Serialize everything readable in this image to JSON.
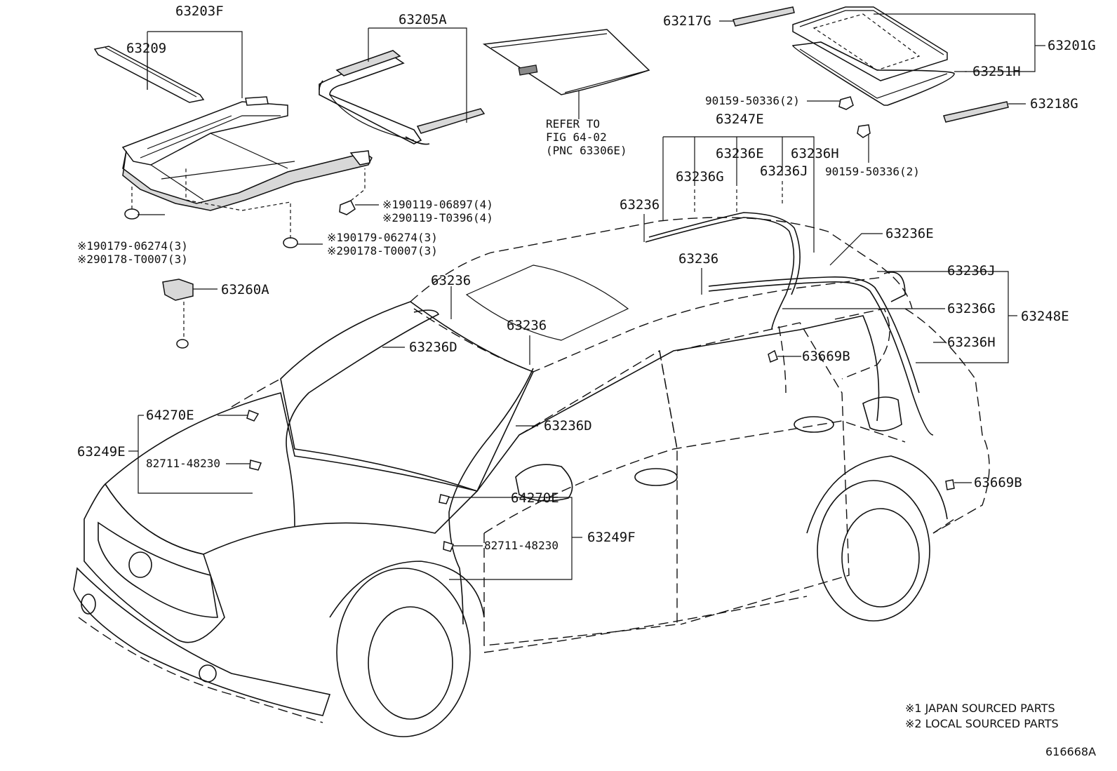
{
  "labels": {
    "l_63203F": "63203F",
    "l_63209": "63209",
    "l_63205A": "63205A",
    "l_63217G": "63217G",
    "l_63201G": "63201G",
    "l_63251H": "63251H",
    "l_63218G": "63218G",
    "l_90159_a": "90159-50336(2)",
    "l_90159_b": "90159-50336(2)",
    "l_refer1": "REFER TO",
    "l_refer2": "FIG 64-02",
    "l_refer3": "(PNC 63306E)",
    "l_63247E": "63247E",
    "l_63236E_top": "63236E",
    "l_63236H_top": "63236H",
    "l_63236G_top": "63236G",
    "l_63236J_top": "63236J",
    "l_63236_a": "63236",
    "l_63236_b": "63236",
    "l_63236_c": "63236",
    "l_63236_d": "63236",
    "l_63236E_right": "63236E",
    "l_63236J_right": "63236J",
    "l_63236G_right": "63236G",
    "l_63236H_right": "63236H",
    "l_63248E": "63248E",
    "l_63669B_a": "63669B",
    "l_63669B_b": "63669B",
    "l_63236D_a": "63236D",
    "l_63236D_b": "63236D",
    "l_64270E_a": "64270E",
    "l_64270E_b": "64270E",
    "l_63249E": "63249E",
    "l_82711_a": "82711-48230",
    "l_82711_b": "82711-48230",
    "l_63249F": "63249F",
    "l_63260A": "63260A",
    "l_f1a": "※190119-06897(4)",
    "l_f1b": "※290119-T0396(4)",
    "l_f2a": "※190179-06274(3)",
    "l_f2b": "※290178-T0007(3)",
    "l_f3a": "※190179-06274(3)",
    "l_f3b": "※290178-T0007(3)"
  },
  "footnotes": {
    "n1": "※1 JAPAN SOURCED PARTS",
    "n2": "※2 LOCAL SOURCED PARTS"
  },
  "figure_id": "616668A"
}
